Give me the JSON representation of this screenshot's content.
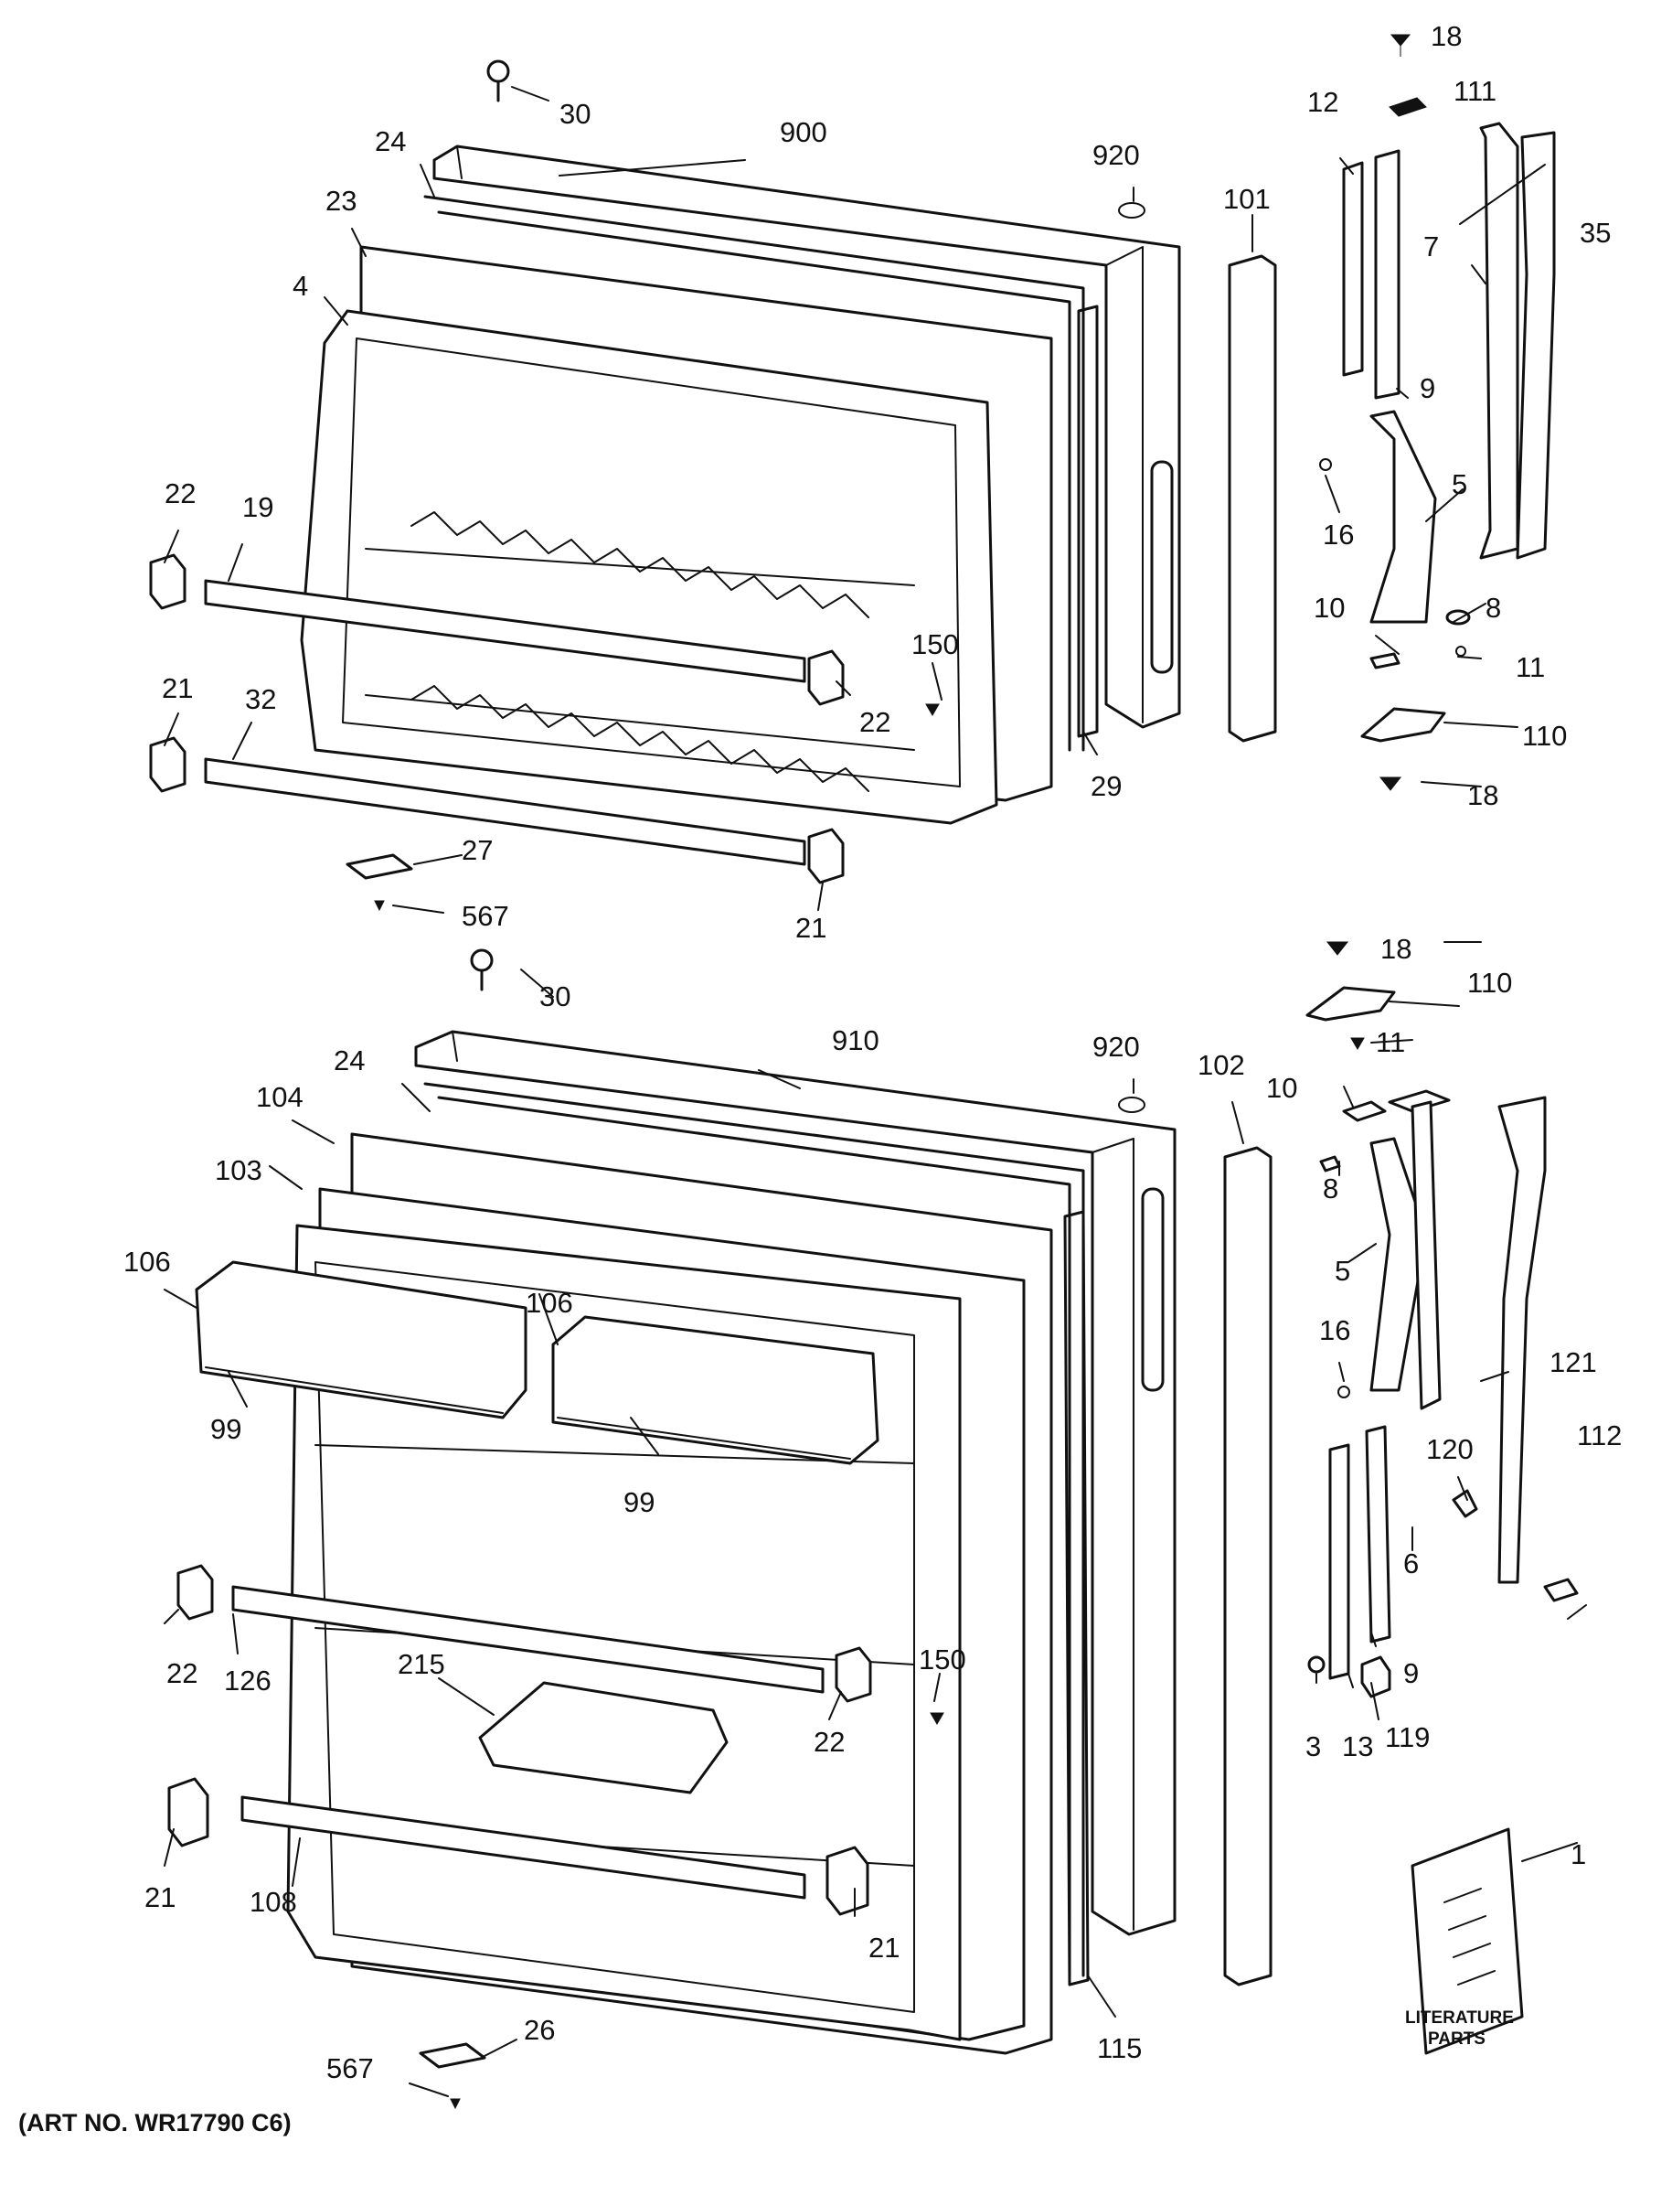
{
  "diagram": {
    "art_number": "(ART NO. WR17790 C6)",
    "literature_line1": "LITERATURE",
    "literature_line2": "PARTS",
    "callouts": [
      "18",
      "30",
      "111",
      "12",
      "900",
      "920",
      "24",
      "101",
      "23",
      "35",
      "7",
      "4",
      "9",
      "16",
      "5",
      "22",
      "19",
      "10",
      "8",
      "11",
      "150",
      "21",
      "22",
      "110",
      "32",
      "29",
      "18",
      "27",
      "567",
      "21",
      "18",
      "30",
      "110",
      "11",
      "910",
      "920",
      "24",
      "102",
      "10",
      "104",
      "8",
      "103",
      "106",
      "5",
      "106",
      "16",
      "121",
      "99",
      "99",
      "120",
      "112",
      "6",
      "22",
      "126",
      "150",
      "9",
      "215",
      "22",
      "3",
      "13",
      "119",
      "1",
      "21",
      "108",
      "21",
      "115",
      "26",
      "567"
    ]
  }
}
